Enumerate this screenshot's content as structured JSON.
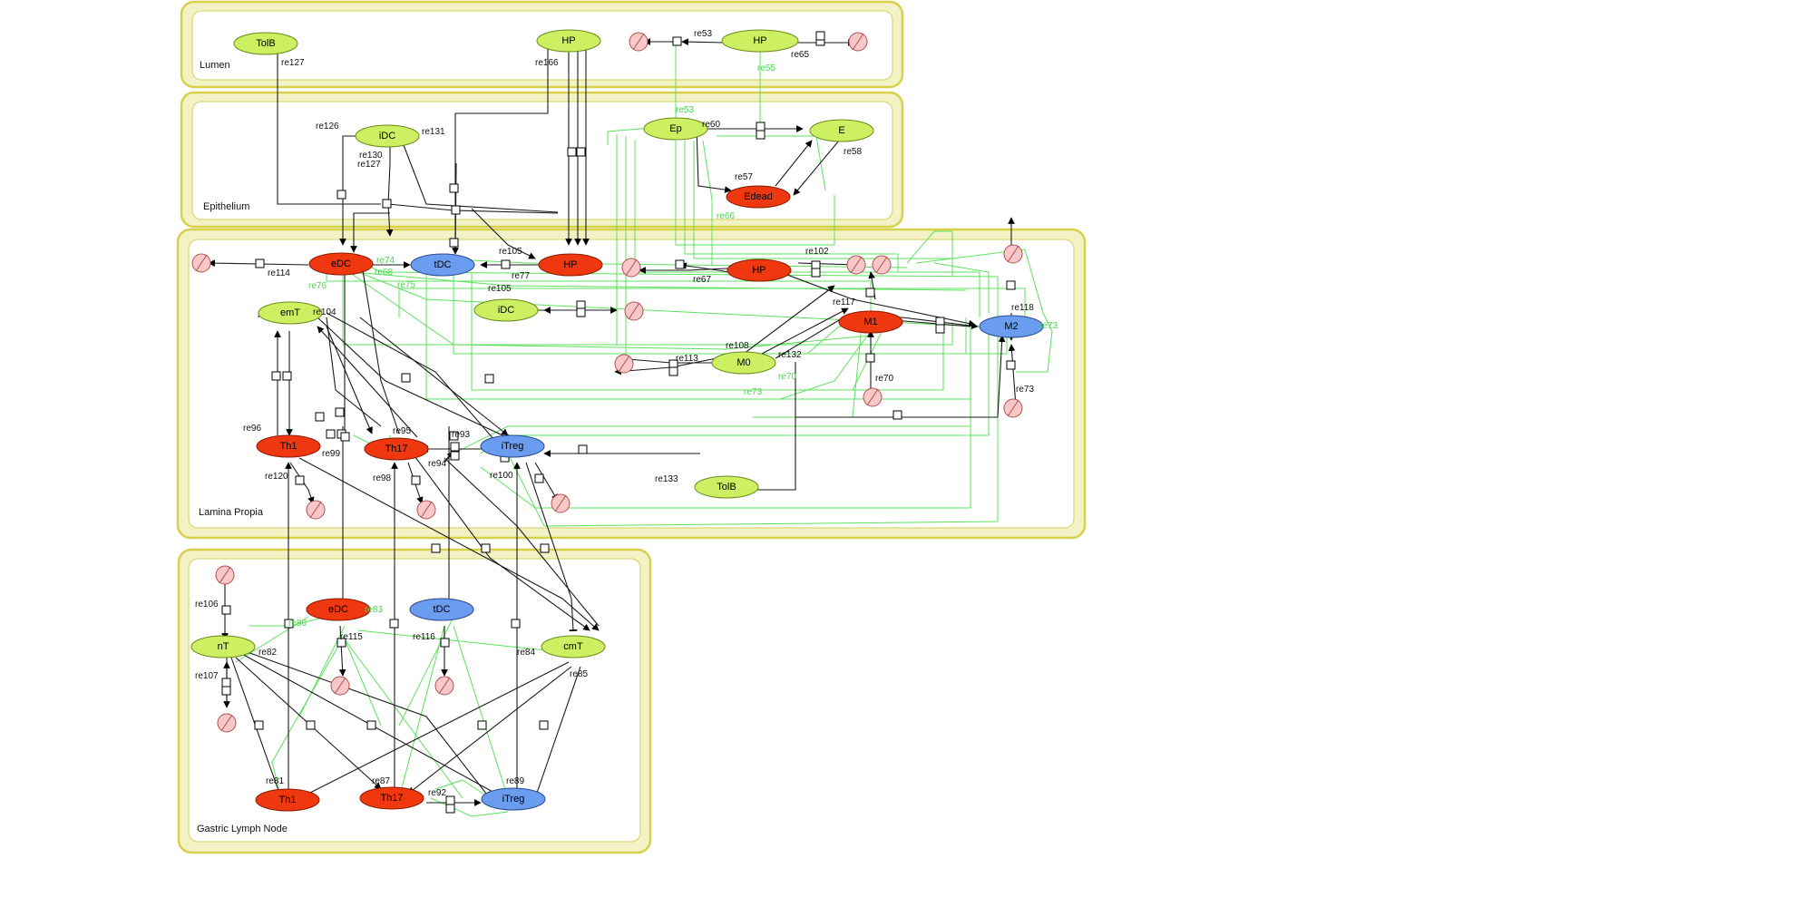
{
  "compartments": [
    {
      "id": "lumen",
      "label": "Lumen"
    },
    {
      "id": "epi",
      "label": "Epithelium"
    },
    {
      "id": "lp",
      "label": "Lamina Propia"
    },
    {
      "id": "gln",
      "label": "Gastric Lymph Node"
    }
  ],
  "species": [
    {
      "id": "s1",
      "label": "TolB",
      "type": "green"
    },
    {
      "id": "s2",
      "label": "HP",
      "type": "green"
    },
    {
      "id": "s3",
      "label": "HP",
      "type": "green"
    },
    {
      "id": "s4",
      "label": "iDC",
      "type": "green"
    },
    {
      "id": "s5",
      "label": "Ep",
      "type": "green"
    },
    {
      "id": "s6",
      "label": "E",
      "type": "green"
    },
    {
      "id": "s7",
      "label": "Edead",
      "type": "red"
    },
    {
      "id": "s8",
      "label": "eDC",
      "type": "red"
    },
    {
      "id": "s9",
      "label": "tDC",
      "type": "blue"
    },
    {
      "id": "s10",
      "label": "HP",
      "type": "red"
    },
    {
      "id": "s11",
      "label": "iDC",
      "type": "green"
    },
    {
      "id": "s12",
      "label": "HP",
      "type": "red"
    },
    {
      "id": "s13",
      "label": "emT",
      "type": "green"
    },
    {
      "id": "s14",
      "label": "M1",
      "type": "red"
    },
    {
      "id": "s15",
      "label": "M2",
      "type": "blue"
    },
    {
      "id": "s16",
      "label": "M0",
      "type": "green"
    },
    {
      "id": "s17",
      "label": "Th1",
      "type": "red"
    },
    {
      "id": "s18",
      "label": "Th17",
      "type": "red"
    },
    {
      "id": "s19",
      "label": "iTreg",
      "type": "blue"
    },
    {
      "id": "s20",
      "label": "TolB",
      "type": "green"
    },
    {
      "id": "s21",
      "label": "eDC",
      "type": "red"
    },
    {
      "id": "s22",
      "label": "tDC",
      "type": "blue"
    },
    {
      "id": "s23",
      "label": "nT",
      "type": "green"
    },
    {
      "id": "s24",
      "label": "cmT",
      "type": "green"
    },
    {
      "id": "s25",
      "label": "Th1",
      "type": "red"
    },
    {
      "id": "s26",
      "label": "Th17",
      "type": "red"
    },
    {
      "id": "s27",
      "label": "iTreg",
      "type": "blue"
    }
  ],
  "reaction_labels": [
    {
      "id": "r1",
      "text": "re127"
    },
    {
      "id": "r2",
      "text": "re166"
    },
    {
      "id": "r3",
      "text": "re53"
    },
    {
      "id": "r4",
      "text": "re65"
    },
    {
      "id": "r5",
      "text": "re126"
    },
    {
      "id": "r6",
      "text": "re131"
    },
    {
      "id": "r7",
      "text": "re130"
    },
    {
      "id": "r8",
      "text": "re127"
    },
    {
      "id": "r9",
      "text": "re60"
    },
    {
      "id": "r10",
      "text": "re58"
    },
    {
      "id": "r11",
      "text": "re57"
    },
    {
      "id": "r12",
      "text": "re114"
    },
    {
      "id": "r13",
      "text": "re105"
    },
    {
      "id": "r14",
      "text": "re77"
    },
    {
      "id": "r15",
      "text": "re105"
    },
    {
      "id": "r16",
      "text": "re104"
    },
    {
      "id": "r17",
      "text": "re67"
    },
    {
      "id": "r18",
      "text": "re102"
    },
    {
      "id": "r19",
      "text": "re117"
    },
    {
      "id": "r20",
      "text": "re118"
    },
    {
      "id": "r21",
      "text": "re113"
    },
    {
      "id": "r22",
      "text": "re108"
    },
    {
      "id": "r23",
      "text": "re132"
    },
    {
      "id": "r24",
      "text": "re70"
    },
    {
      "id": "r25",
      "text": "re73"
    },
    {
      "id": "r26",
      "text": "re96"
    },
    {
      "id": "r27",
      "text": "re95"
    },
    {
      "id": "r28",
      "text": "re93"
    },
    {
      "id": "r29",
      "text": "re99"
    },
    {
      "id": "r30",
      "text": "re120"
    },
    {
      "id": "r31",
      "text": "re98"
    },
    {
      "id": "r32",
      "text": "re94"
    },
    {
      "id": "r33",
      "text": "re100"
    },
    {
      "id": "r34",
      "text": "re133"
    },
    {
      "id": "r35",
      "text": "re106"
    },
    {
      "id": "r36",
      "text": "re115"
    },
    {
      "id": "r37",
      "text": "re116"
    },
    {
      "id": "r38",
      "text": "re82"
    },
    {
      "id": "r39",
      "text": "re84"
    },
    {
      "id": "r40",
      "text": "re85"
    },
    {
      "id": "r41",
      "text": "re107"
    },
    {
      "id": "r42",
      "text": "re81"
    },
    {
      "id": "r43",
      "text": "re87"
    },
    {
      "id": "r44",
      "text": "re92"
    },
    {
      "id": "r45",
      "text": "re89"
    }
  ],
  "modifier_labels": [
    {
      "id": "g1",
      "text": "re55"
    },
    {
      "id": "g2",
      "text": "re53"
    },
    {
      "id": "g3",
      "text": "re66"
    },
    {
      "id": "g4",
      "text": "re74"
    },
    {
      "id": "g5",
      "text": "re68"
    },
    {
      "id": "g6",
      "text": "re75"
    },
    {
      "id": "g7",
      "text": "re76"
    },
    {
      "id": "g8",
      "text": "re70"
    },
    {
      "id": "g9",
      "text": "re73"
    },
    {
      "id": "g10",
      "text": "re73"
    },
    {
      "id": "g11",
      "text": "re83"
    },
    {
      "id": "g12",
      "text": "re86"
    }
  ]
}
